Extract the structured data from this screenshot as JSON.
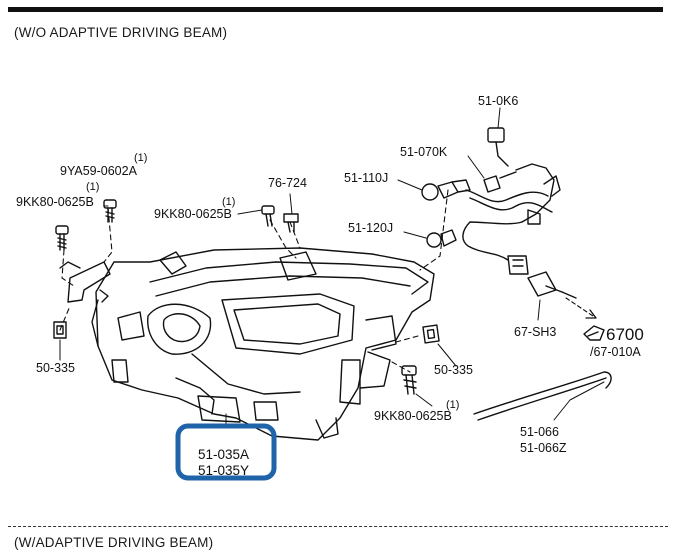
{
  "sections": {
    "top_title": "(W/O ADAPTIVE DRIVING BEAM)",
    "bottom_title": "(W/ADAPTIVE DRIVING BEAM)"
  },
  "parts": {
    "p_51_0K6": "51-0K6",
    "p_51_070K": "51-070K",
    "p_51_110J": "51-110J",
    "p_51_120J": "51-120J",
    "p_76_724": "76-724",
    "p_9YA59": "9YA59-0602A",
    "p_9YA59_qty": "(1)",
    "p_9KK80_left": "9KK80-0625B",
    "p_9KK80_left_qty": "(1)",
    "p_9KK80_mid": "9KK80-0625B",
    "p_9KK80_mid_qty": "(1)",
    "p_50_335_left": "50-335",
    "p_50_335_right": "50-335",
    "p_9KK80_lower": "9KK80-0625B",
    "p_9KK80_lower_qty": "(1)",
    "p_67_SH3": "67-SH3",
    "p_6700": "6700",
    "p_67_010A": "/67-010A",
    "p_51_066": "51-066",
    "p_51_066Z": "51-066Z",
    "p_51_035A": "51-035A",
    "p_51_035Y": "51-035Y"
  },
  "colors": {
    "highlight": "#1f64a8",
    "ink": "#111111"
  }
}
